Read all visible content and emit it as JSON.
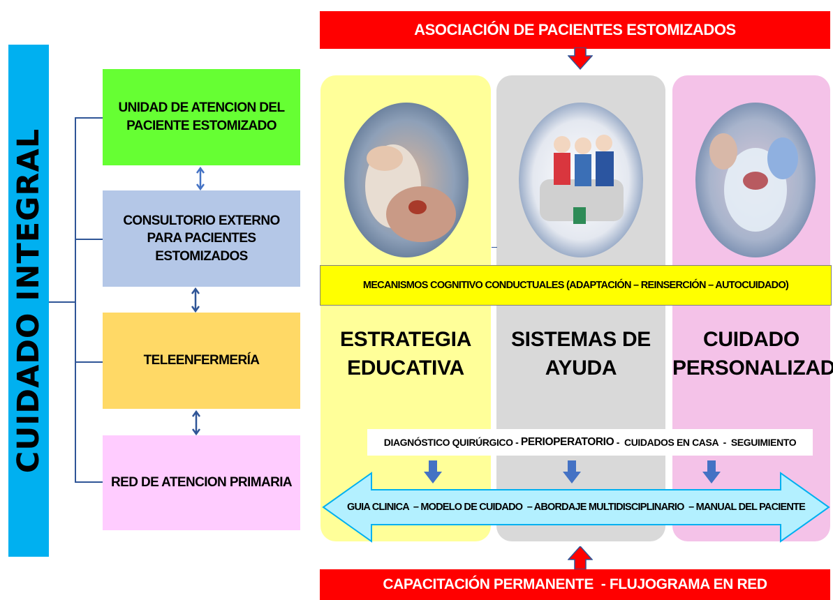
{
  "main_title": "CUIDADO INTEGRAL",
  "units": [
    {
      "label": "UNIDAD DE ATENCION DEL PACIENTE ESTOMIZADO",
      "color": "#66ff33"
    },
    {
      "label": "CONSULTORIO EXTERNO PARA PACIENTES ESTOMIZADOS",
      "color": "#b4c7e7"
    },
    {
      "label": "TELEENFERMERÍA",
      "color": "#ffd966"
    },
    {
      "label": "RED DE ATENCION PRIMARIA",
      "color": "#ffccff"
    }
  ],
  "top_banner": "ASOCIACIÓN DE PACIENTES ESTOMIZADOS",
  "bottom_banner": "CAPACITACIÓN PERMANENTE  - FLUJOGRAMA EN RED",
  "mechanisms": "MECANISMOS COGNITIVO CONDUCTUALES (ADAPTACIÓN – REINSERCIÓN  – AUTOCUIDADO)",
  "columns": [
    {
      "heading_line1": "ESTRATEGIA",
      "heading_line2": "EDUCATIVA",
      "color": "#ffff99",
      "image": "patient-education-photo"
    },
    {
      "heading_line1": "SISTEMAS DE",
      "heading_line2": "AYUDA",
      "color": "#d9d9d9",
      "image": "family-support-illustration"
    },
    {
      "heading_line1": "CUIDADO",
      "heading_line2": "PERSONALIZADO",
      "color": "#f4c2e8",
      "image": "stoma-care-photo"
    }
  ],
  "stages": {
    "s1": "DIAGNÓSTICO QUIRÚRGICO -",
    "s2": "PERIOPERATORIO",
    "s3": "-  CUIDADOS EN CASA  -  SEGUIMIENTO"
  },
  "resources": "GUIA CLINICA  – MODELO DE CUIDADO  – ABORDAJE MULTIDISCIPLINARIO  – MANUAL DEL PACIENTE",
  "colors": {
    "accent_blue": "#00b0f0",
    "banner_red": "#ff0000",
    "arrow_cyan": "#b3f0ff",
    "arrow_blue": "#4472c4"
  }
}
